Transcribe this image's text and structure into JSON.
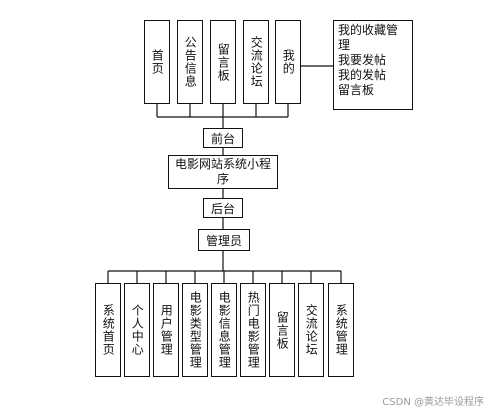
{
  "top_nodes": [
    "首页",
    "公告信息",
    "留言板",
    "交流论坛",
    "我的"
  ],
  "my_subitems": [
    "我的收藏管理",
    "我要发帖",
    "我的发帖",
    "留言板"
  ],
  "front_node": "前台",
  "system_node": "电影网站系统小程序",
  "back_node": "后台",
  "admin_node": "管理员",
  "bottom_nodes": [
    "系统首页",
    "个人中心",
    "用户管理",
    "电影类型管理",
    "电影信息管理",
    "热门电影管理",
    "留言板",
    "交流论坛",
    "系统管理"
  ],
  "watermark": "CSDN @黄达毕设程序"
}
